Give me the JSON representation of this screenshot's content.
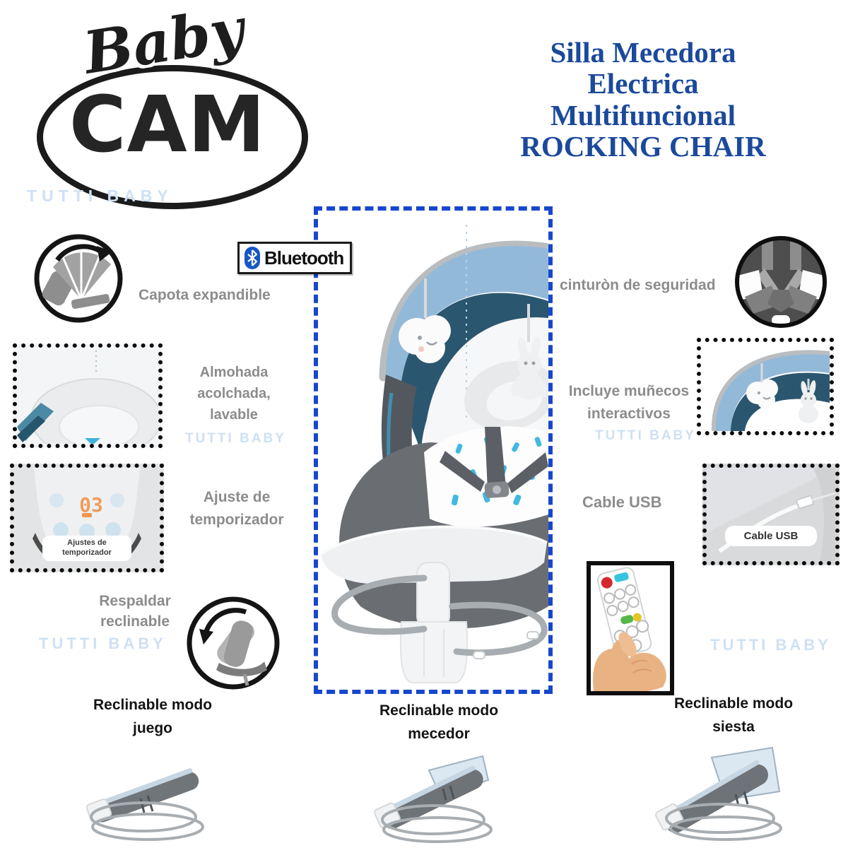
{
  "brand": {
    "script": "Baby",
    "name": "CAM"
  },
  "title": "Silla Mecedora\nElectrica\nMultifuncional\nROCKING CHAIR",
  "watermark": "TUTTI BABY",
  "bluetooth": {
    "label": "Bluetooth"
  },
  "features": {
    "capota": {
      "label": "Capota expandible"
    },
    "almohada": {
      "label": "Almohada\nacolchada,\nlavable"
    },
    "temporizador": {
      "label": "Ajuste de\ntemporizador",
      "display_value": "03",
      "caption": "Ajustes de\ntemporizador"
    },
    "respaldar": {
      "label": "Respaldar\nreclinable"
    },
    "cinturon": {
      "label": "cinturòn de seguridad"
    },
    "munecos": {
      "label": "Incluye muñecos\ninteractivos"
    },
    "cable": {
      "label": "Cable USB",
      "caption": "Cable USB"
    }
  },
  "modes": [
    {
      "label": "Reclinable modo\njuego"
    },
    {
      "label": "Reclinable modo\nmecedor"
    },
    {
      "label": "Reclinable modo\nsiesta"
    }
  ],
  "colors": {
    "title_blue": "#1b499c",
    "dash_blue": "#1747cd",
    "label_gray": "#8c8c8c",
    "watermark_blue": "#cfe0f4",
    "bluetooth_blue": "#1857c4",
    "timer_orange": "#f0944e"
  }
}
